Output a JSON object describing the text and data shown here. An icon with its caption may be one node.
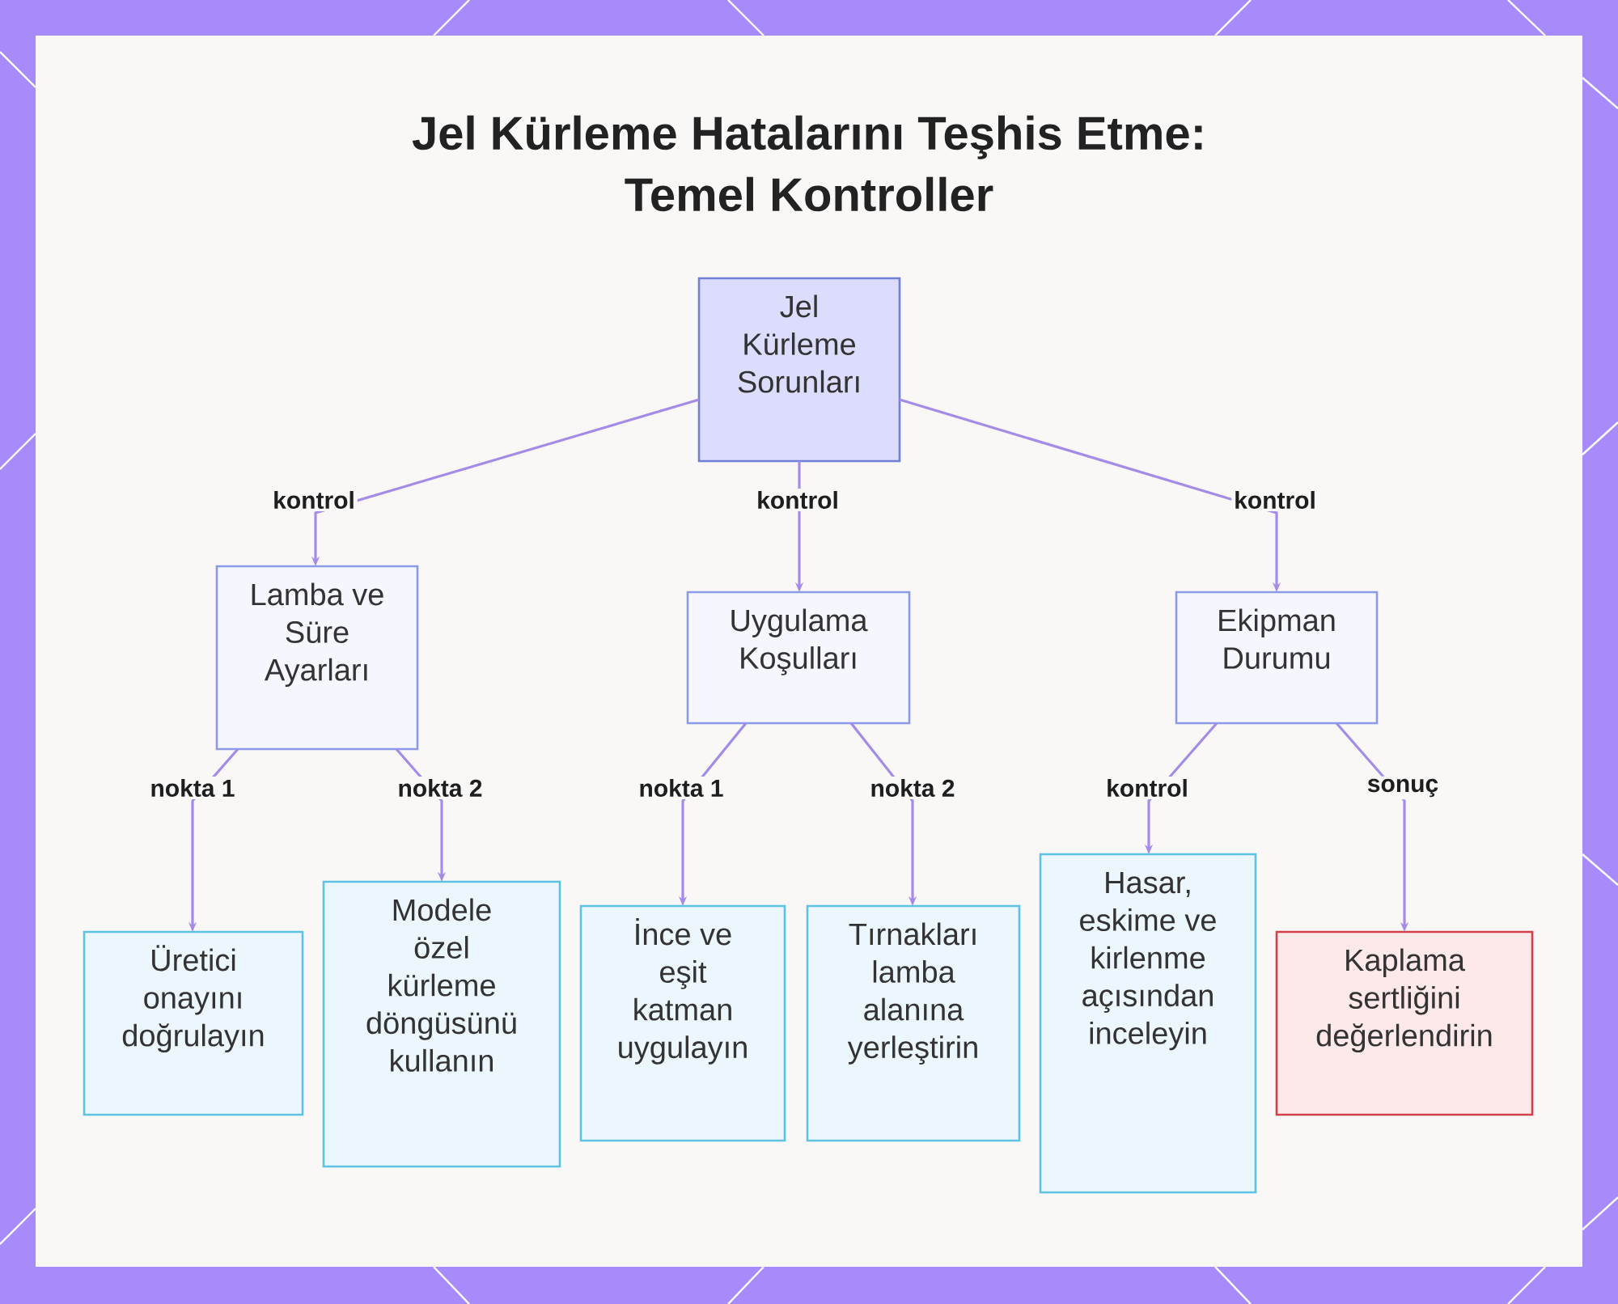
{
  "diagram": {
    "title": "Jel Kürleme Hatalarını Teşhis Etme: Temel Kontroller",
    "nodes": [
      {
        "text": [
          "Jel Kürleme Sorunları"
        ]
      },
      {
        "text": [
          "Lamba ve Süre Ayarları"
        ]
      },
      {
        "text": [
          "Uygulama Koşulları"
        ]
      },
      {
        "text": [
          "Ekipman Durumu"
        ]
      },
      {
        "text": [
          "Üretici onayını doğrulayın"
        ]
      },
      {
        "text": [
          "Modele özel kürleme döngüsünü kullanın"
        ]
      },
      {
        "text": [
          "İnce ve eşit katman uygulayın"
        ]
      },
      {
        "text": [
          "Tırnakları lamba alanına yerleştirin"
        ]
      },
      {
        "text": [
          "Hasar, eskime ve kirlenme açısından inceleyin"
        ]
      },
      {
        "text": [
          "Kaplama sertliğini değerlendirin"
        ]
      }
    ],
    "edges": [
      {
        "from": 0,
        "to": 1,
        "arrow": "to",
        "label": "kontrol"
      },
      {
        "from": 0,
        "to": 2,
        "arrow": "to",
        "label": "kontrol"
      },
      {
        "from": 0,
        "to": 3,
        "arrow": "to",
        "label": "kontrol"
      },
      {
        "from": 1,
        "to": 4,
        "arrow": "to",
        "label": "nokta 1"
      },
      {
        "from": 1,
        "to": 5,
        "arrow": "to",
        "label": "nokta 2"
      },
      {
        "from": 2,
        "to": 6,
        "arrow": "to",
        "label": "nokta 1"
      },
      {
        "from": 2,
        "to": 7,
        "arrow": "to",
        "label": "nokta 2"
      },
      {
        "from": 3,
        "to": 8,
        "arrow": "to",
        "label": "kontrol"
      },
      {
        "from": 3,
        "to": 9,
        "arrow": "to",
        "label": "sonuç"
      }
    ]
  }
}
